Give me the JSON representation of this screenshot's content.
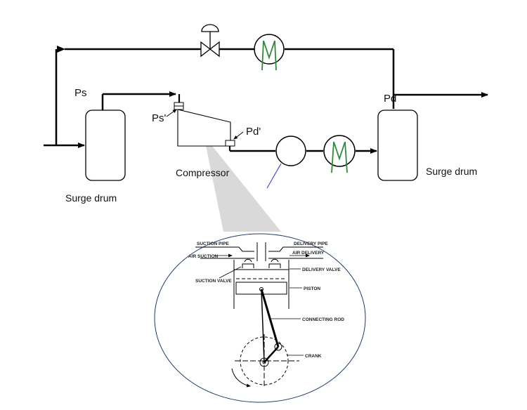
{
  "labels": {
    "ps": "Ps",
    "ps_prime": "Ps'",
    "pd": "Pd",
    "pd_prime": "Pd'",
    "compressor": "Compressor",
    "surge_drum_left": "Surge drum",
    "surge_drum_right": "Surge drum"
  },
  "detail_labels": {
    "suction_pipe": "SUCTION PIPE",
    "delivery_pipe": "DELIVERY PIPE",
    "air_suction": "AIR SUCTION",
    "air_delivery": "AIR DELIVERY",
    "delivery_valve": "DELIVERY VALVE",
    "suction_valve": "SUCTION VALVE",
    "piston": "PISTON",
    "connecting_rod": "CONNECTING ROD",
    "crank": "CRANK"
  },
  "colors": {
    "line": "#000000",
    "cooler_coil": "#2e8b3a",
    "pointer_line": "#5a5ae0",
    "callout_fill": "#d9d9d9",
    "ellipse_stroke": "#1f3a6e"
  },
  "icons": {
    "control_valve": "control-valve-icon",
    "cooler": "heat-exchanger-icon",
    "separator": "separator-circle-icon"
  }
}
